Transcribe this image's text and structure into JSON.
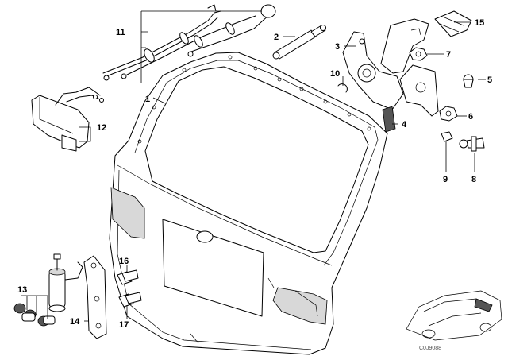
{
  "callouts": {
    "c1": "1",
    "c2": "2",
    "c3": "3",
    "c4": "4",
    "c5": "5",
    "c6": "6",
    "c7": "7",
    "c8": "8",
    "c9": "9",
    "c10": "10",
    "c11": "11",
    "c12": "12",
    "c13": "13",
    "c14": "14",
    "c15": "15",
    "c16": "16",
    "c17": "17"
  },
  "drawing_code": "C0J9088"
}
